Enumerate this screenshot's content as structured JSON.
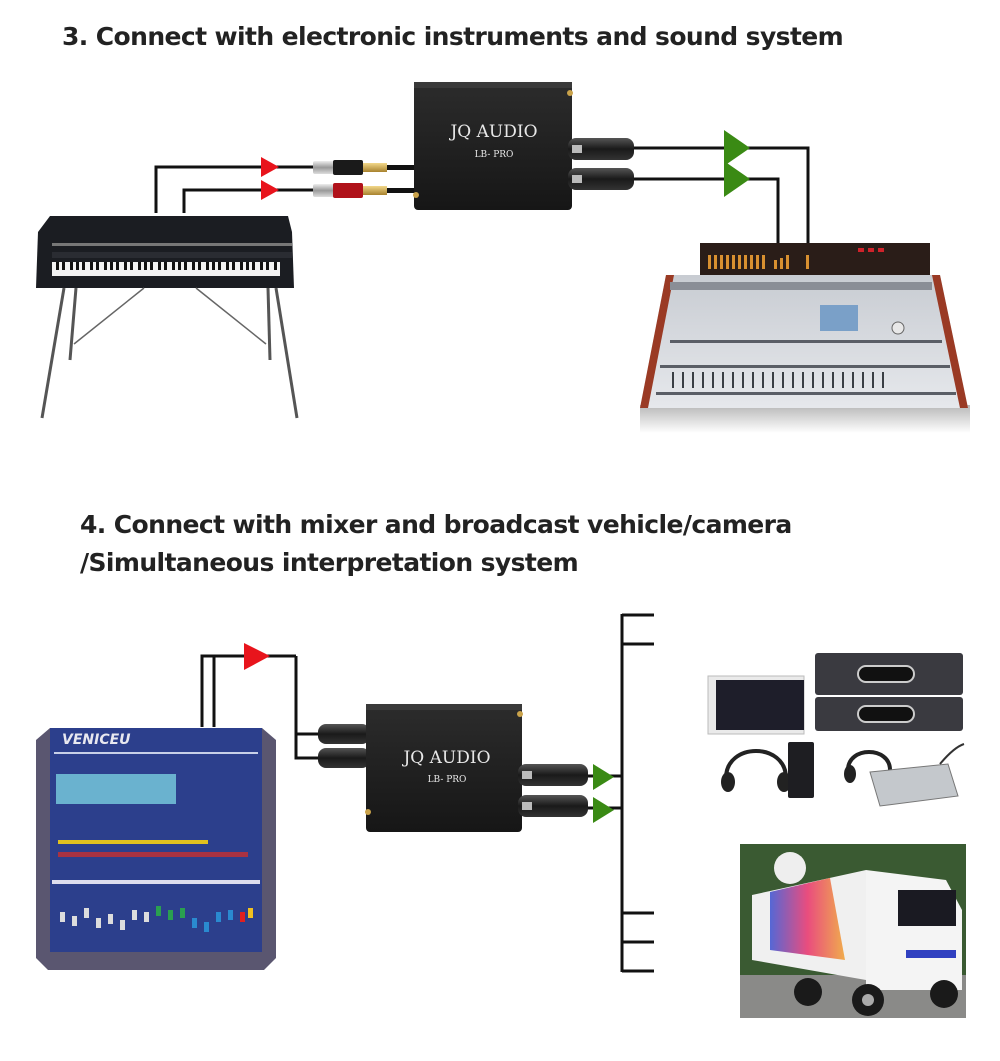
{
  "sections": [
    {
      "heading": "3. Connect with electronic instruments and sound system",
      "device": {
        "brand": "JQ AUDIO",
        "model": "LB- PRO"
      },
      "source": "electronic-keyboard",
      "destination": "digital-mixing-console",
      "input_arrows": 2,
      "output_arrows": 2
    },
    {
      "heading_line1": "4. Connect with mixer and broadcast vehicle/camera",
      "heading_line2": "/Simultaneous interpretation system",
      "device": {
        "brand": "JQ AUDIO",
        "model": "LB- PRO"
      },
      "source": {
        "name": "mixer",
        "brand_label": "VENICEU"
      },
      "destinations": [
        "simultaneous-interpretation-system",
        "broadcast-vehicle"
      ],
      "input_arrows": 1,
      "output_arrows": 2
    }
  ],
  "colors": {
    "input_arrow": "#e8141c",
    "output_arrow": "#3a8a14",
    "cable": "#111111",
    "device_body": "#222222"
  }
}
